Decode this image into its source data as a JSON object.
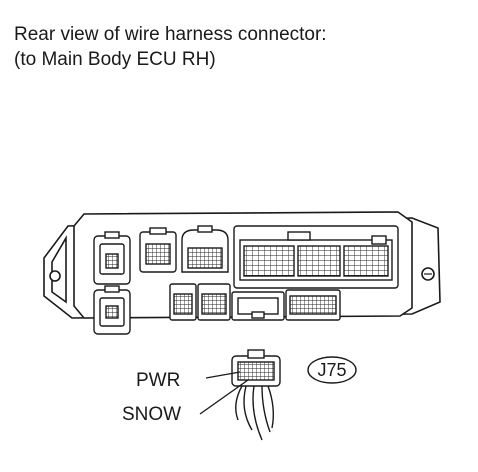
{
  "title": {
    "line1": "Rear view of wire harness connector:",
    "line2": "(to Main Body ECU RH)"
  },
  "labels": {
    "pwr": "PWR",
    "snow": "SNOW",
    "connector_code": "J75"
  },
  "colors": {
    "ink": "#1a1a1a",
    "background": "#ffffff"
  }
}
